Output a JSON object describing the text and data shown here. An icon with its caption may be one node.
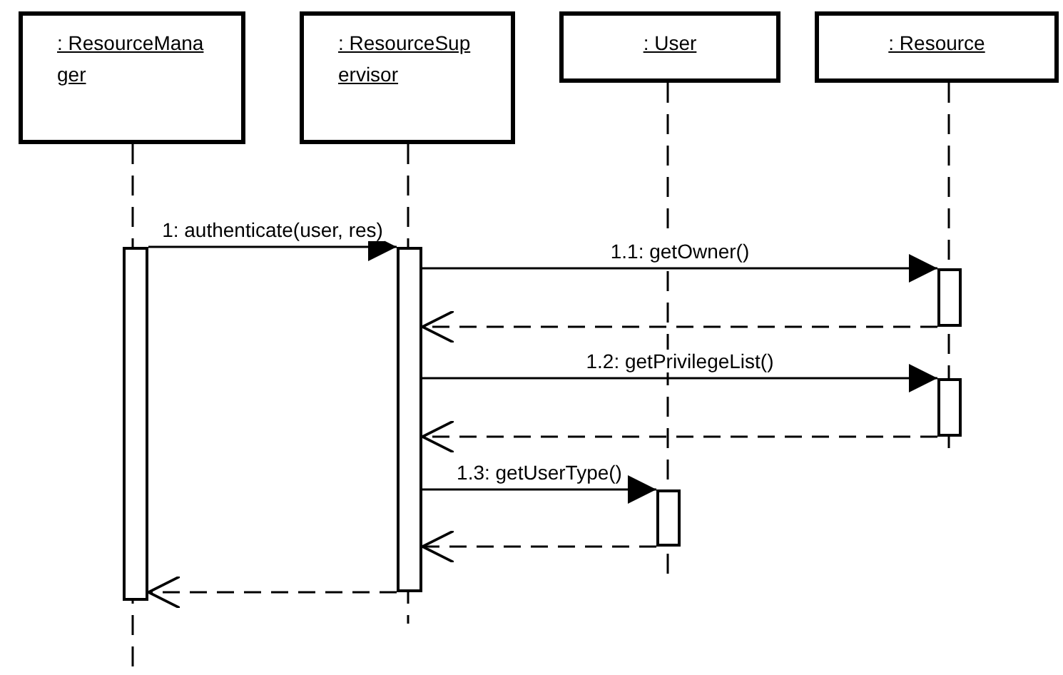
{
  "diagram": {
    "nodes": [
      {
        "text": [
          ": ResourceManager"
        ]
      },
      {
        "text": [
          ": ResourceSupervisor"
        ]
      },
      {
        "text": [
          ": User"
        ]
      },
      {
        "text": [
          ": Resource"
        ]
      },
      {
        "text": [],
        "shape": "bar"
      },
      {
        "text": [],
        "shape": "bar"
      },
      {
        "text": [],
        "shape": "bar"
      },
      {
        "text": [],
        "shape": "bar"
      },
      {
        "text": [],
        "shape": "bar"
      }
    ],
    "edges": [
      {
        "from": 4,
        "to": 5,
        "arrow": "to",
        "label": "1: authenticate(user, res)"
      },
      {
        "from": 5,
        "to": 6,
        "arrow": "to",
        "label": "1.1: getOwner()"
      },
      {
        "from": 6,
        "to": 5,
        "arrow": "to",
        "style": "dashed"
      },
      {
        "from": 5,
        "to": 7,
        "arrow": "to",
        "label": "1.2: getPrivilegeList()"
      },
      {
        "from": 7,
        "to": 5,
        "arrow": "to",
        "style": "dashed"
      },
      {
        "from": 5,
        "to": 8,
        "arrow": "to",
        "label": "1.3: getUserType()"
      },
      {
        "from": 8,
        "to": 5,
        "arrow": "to",
        "style": "dashed"
      },
      {
        "from": 5,
        "to": 4,
        "arrow": "to",
        "style": "dashed"
      }
    ]
  }
}
